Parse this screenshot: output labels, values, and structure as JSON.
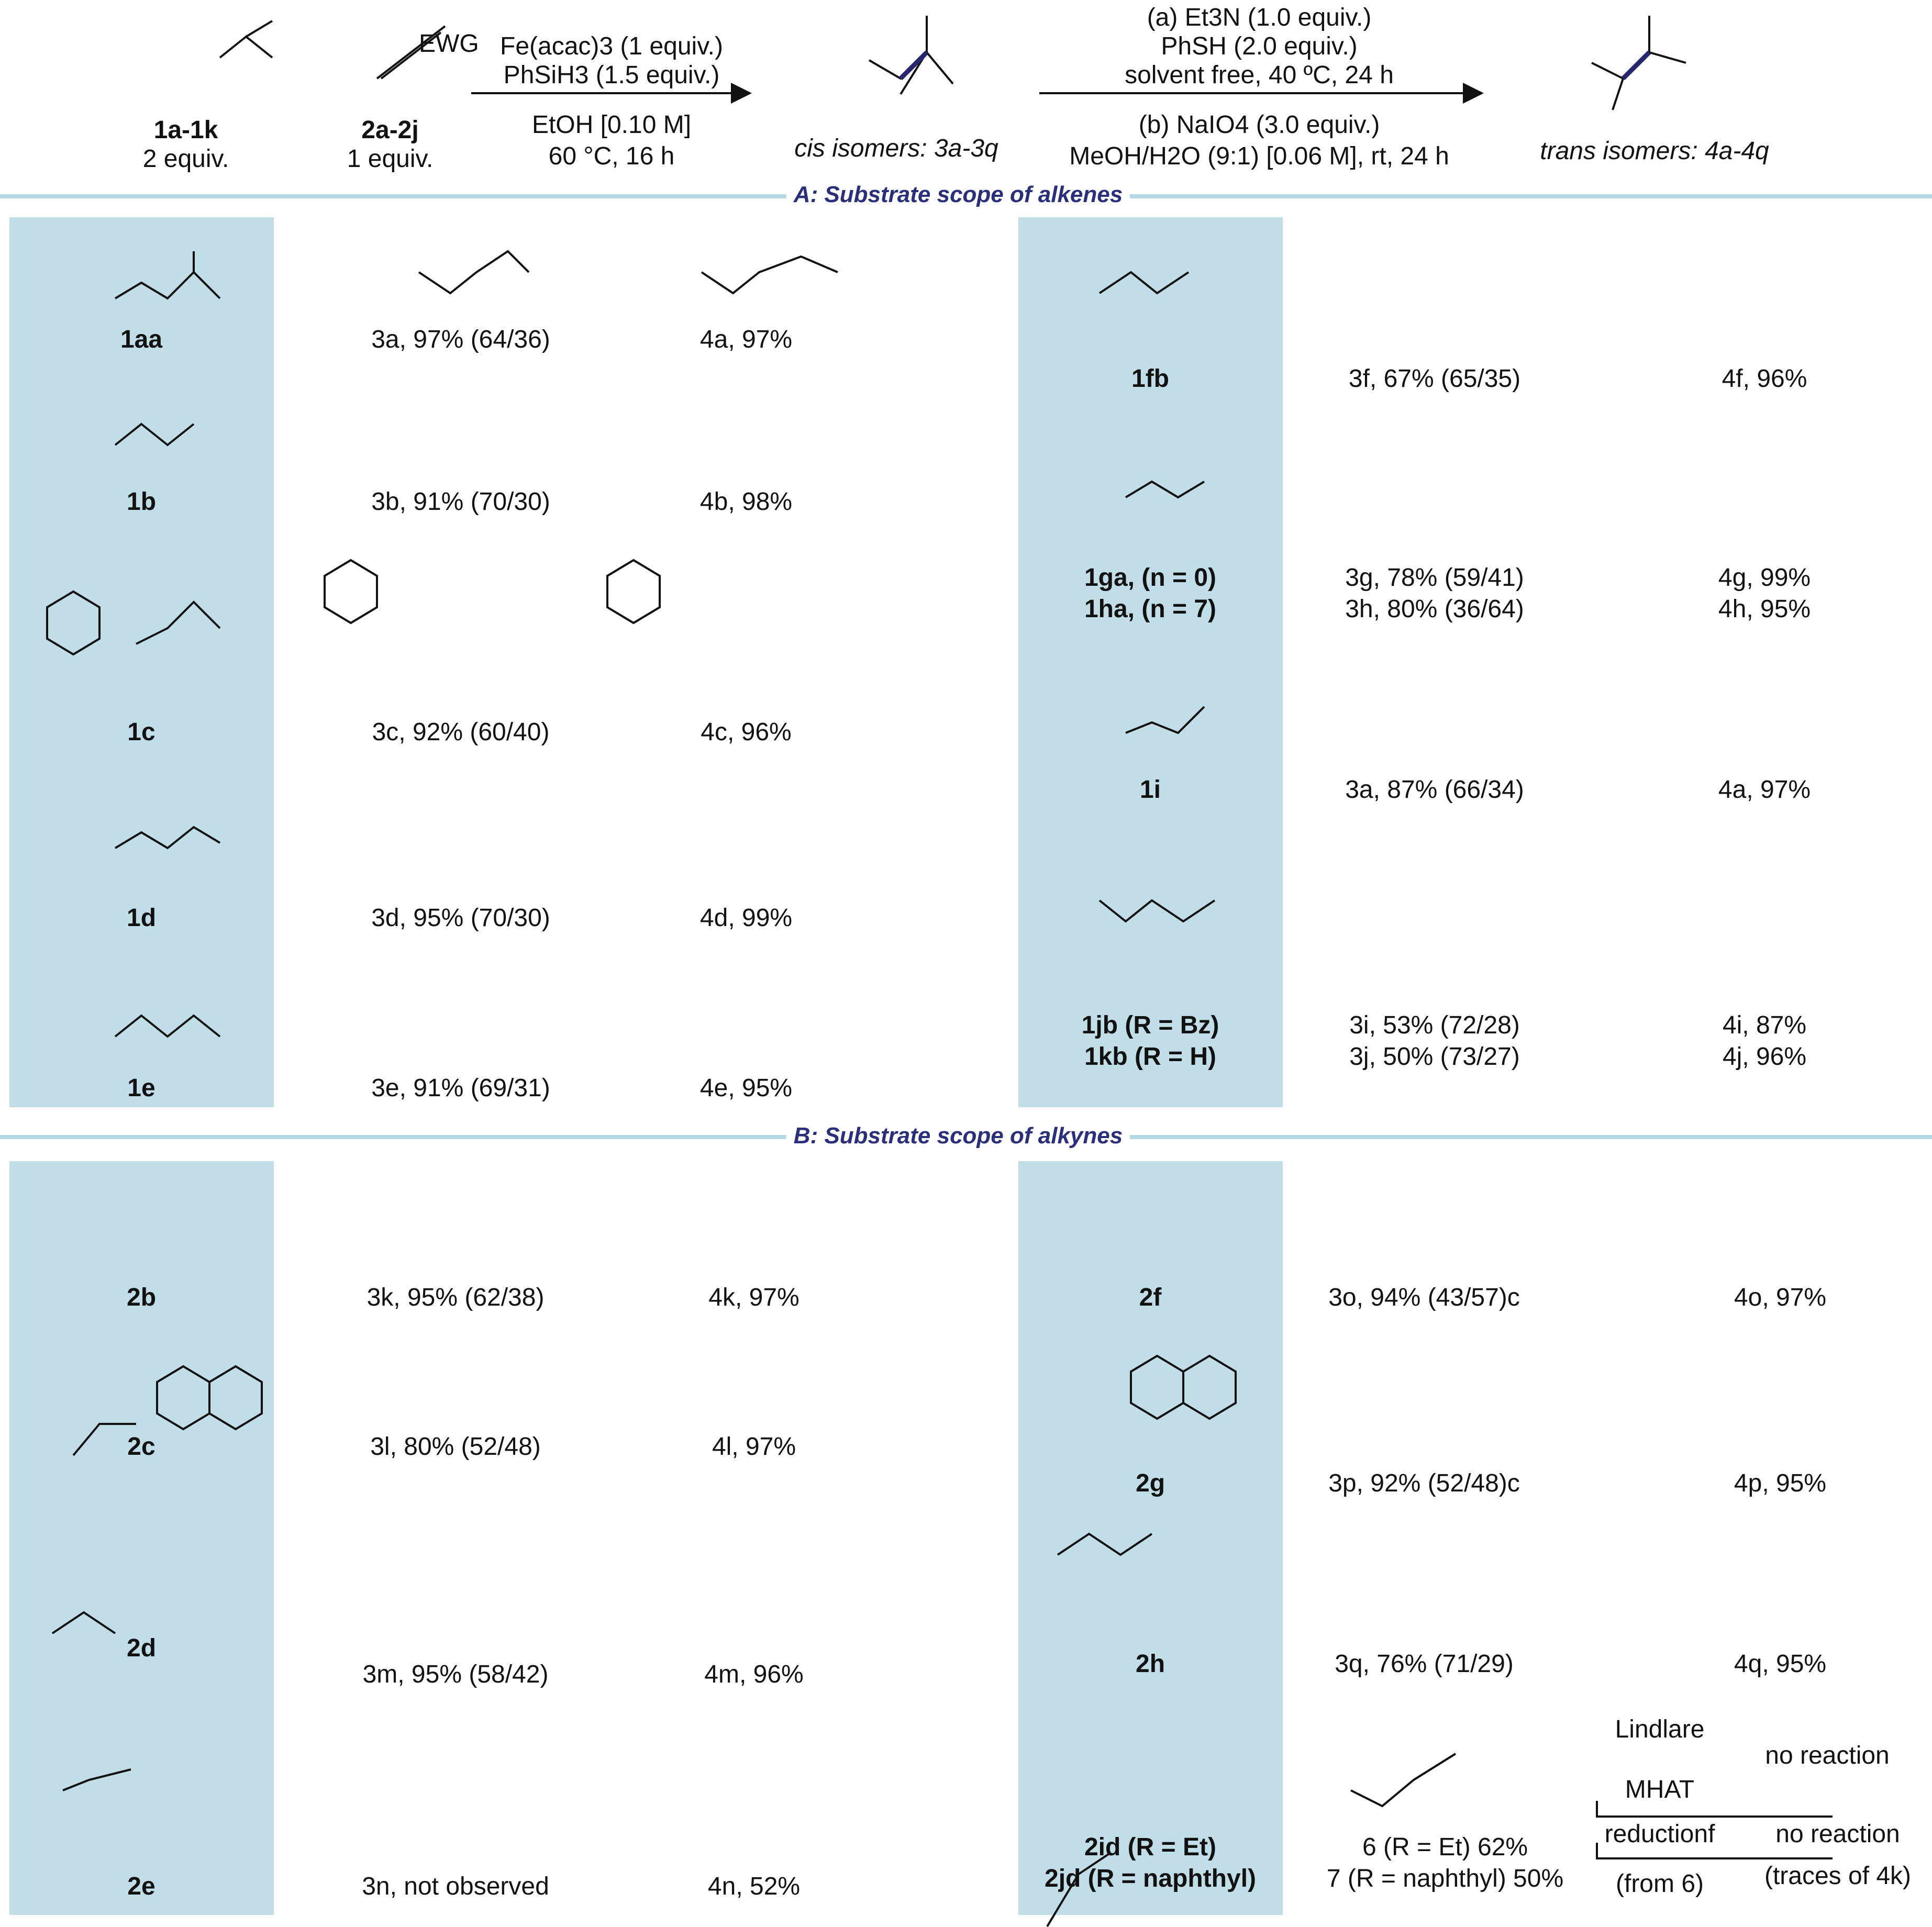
{
  "header": {
    "reagent_left_top": "1a-1k",
    "reagent_left_sub": "2 equiv.",
    "reagent_mid_top": "2a-2j",
    "reagent_mid_sub": "1 equiv.",
    "ewg": "EWG",
    "cond1_a": "Fe(acac)3 (1 equiv.)",
    "cond1_b": "PhSiH3 (1.5 equiv.)",
    "cond1_c": "EtOH [0.10 M]",
    "cond1_d": "60 °C, 16 h",
    "cis_label": "cis isomers: 3a-3q",
    "cond2_a": "(a) Et3N (1.0 equiv.)",
    "cond2_b": "PhSH (2.0 equiv.)",
    "cond2_c": "solvent free, 40 ºC, 24 h",
    "cond2_d": "(b) NaIO4 (3.0 equiv.)",
    "cond2_e": "MeOH/H2O (9:1) [0.06 M], rt, 24 h",
    "trans_label": "trans isomers: 4a-4q"
  },
  "sections": {
    "a_title": "A: Substrate scope of alkenes",
    "b_title": "B: Substrate scope of alkynes"
  },
  "alkenes": [
    {
      "sub": "1aa",
      "cis": "3a, 97% (64/36)",
      "trans": "4a, 97%"
    },
    {
      "sub": "1b",
      "cis": "3b, 91% (70/30)",
      "trans": "4b, 98%"
    },
    {
      "sub": "1c",
      "cis": "3c, 92% (60/40)",
      "trans": "4c, 96%"
    },
    {
      "sub": "1d",
      "cis": "3d, 95% (70/30)",
      "trans": "4d, 99%"
    },
    {
      "sub": "1e",
      "cis": "3e, 91% (69/31)",
      "trans": "4e, 95%"
    },
    {
      "sub": "1fb",
      "cis": "3f, 67% (65/35)",
      "trans": "4f, 96%"
    },
    {
      "sub": "1ga, (n = 0)",
      "sub2": "1ha, (n = 7)",
      "cis": "3g, 78% (59/41)",
      "cis2": "3h, 80% (36/64)",
      "trans": "4g, 99%",
      "trans2": "4h, 95%"
    },
    {
      "sub": "1i",
      "cis": "3a, 87% (66/34)",
      "trans": "4a, 97%"
    },
    {
      "sub": "1jb (R = Bz)",
      "sub2": "1kb (R = H)",
      "cis": "3i, 53% (72/28)",
      "cis2": "3j, 50% (73/27)",
      "trans": "4i, 87%",
      "trans2": "4j, 96%"
    }
  ],
  "alkynes": [
    {
      "sub": "2b",
      "cis": "3k, 95% (62/38)",
      "trans": "4k, 97%"
    },
    {
      "sub": "2c",
      "cis": "3l, 80% (52/48)",
      "trans": "4l, 97%"
    },
    {
      "sub": "2d",
      "cis": "3m, 95% (58/42)",
      "trans": "4m, 96%"
    },
    {
      "sub": "2e",
      "cis": "3n, not observed",
      "trans": "4n,  52%"
    },
    {
      "sub": "2f",
      "cis": "3o, 94% (43/57)c",
      "trans": "4o, 97%"
    },
    {
      "sub": "2g",
      "cis": "3p, 92% (52/48)c",
      "trans": "4p, 95%"
    },
    {
      "sub": "2h",
      "cis": "3q, 76% (71/29)",
      "trans": "4q, 95%"
    },
    {
      "sub": "2id (R = Et)",
      "sub2": "2jd (R = naphthyl)"
    }
  ],
  "final": {
    "p6": "6 (R = Et) 62%",
    "p7": "7 (R = naphthyl) 50%",
    "lindlar": "Lindlare",
    "no_reaction_1": "no reaction",
    "mhat_1": "MHAT",
    "mhat_2": "reductionf",
    "mhat_3": "(from 6)",
    "no_reaction_2": "no reaction",
    "traces": "(traces of 4k)"
  },
  "colors": {
    "panel": "#c0dde8",
    "divider": "#b6d8e6",
    "section_title": "#2b2f7a",
    "bond_highlight": "#27276e",
    "ink": "#111111"
  }
}
